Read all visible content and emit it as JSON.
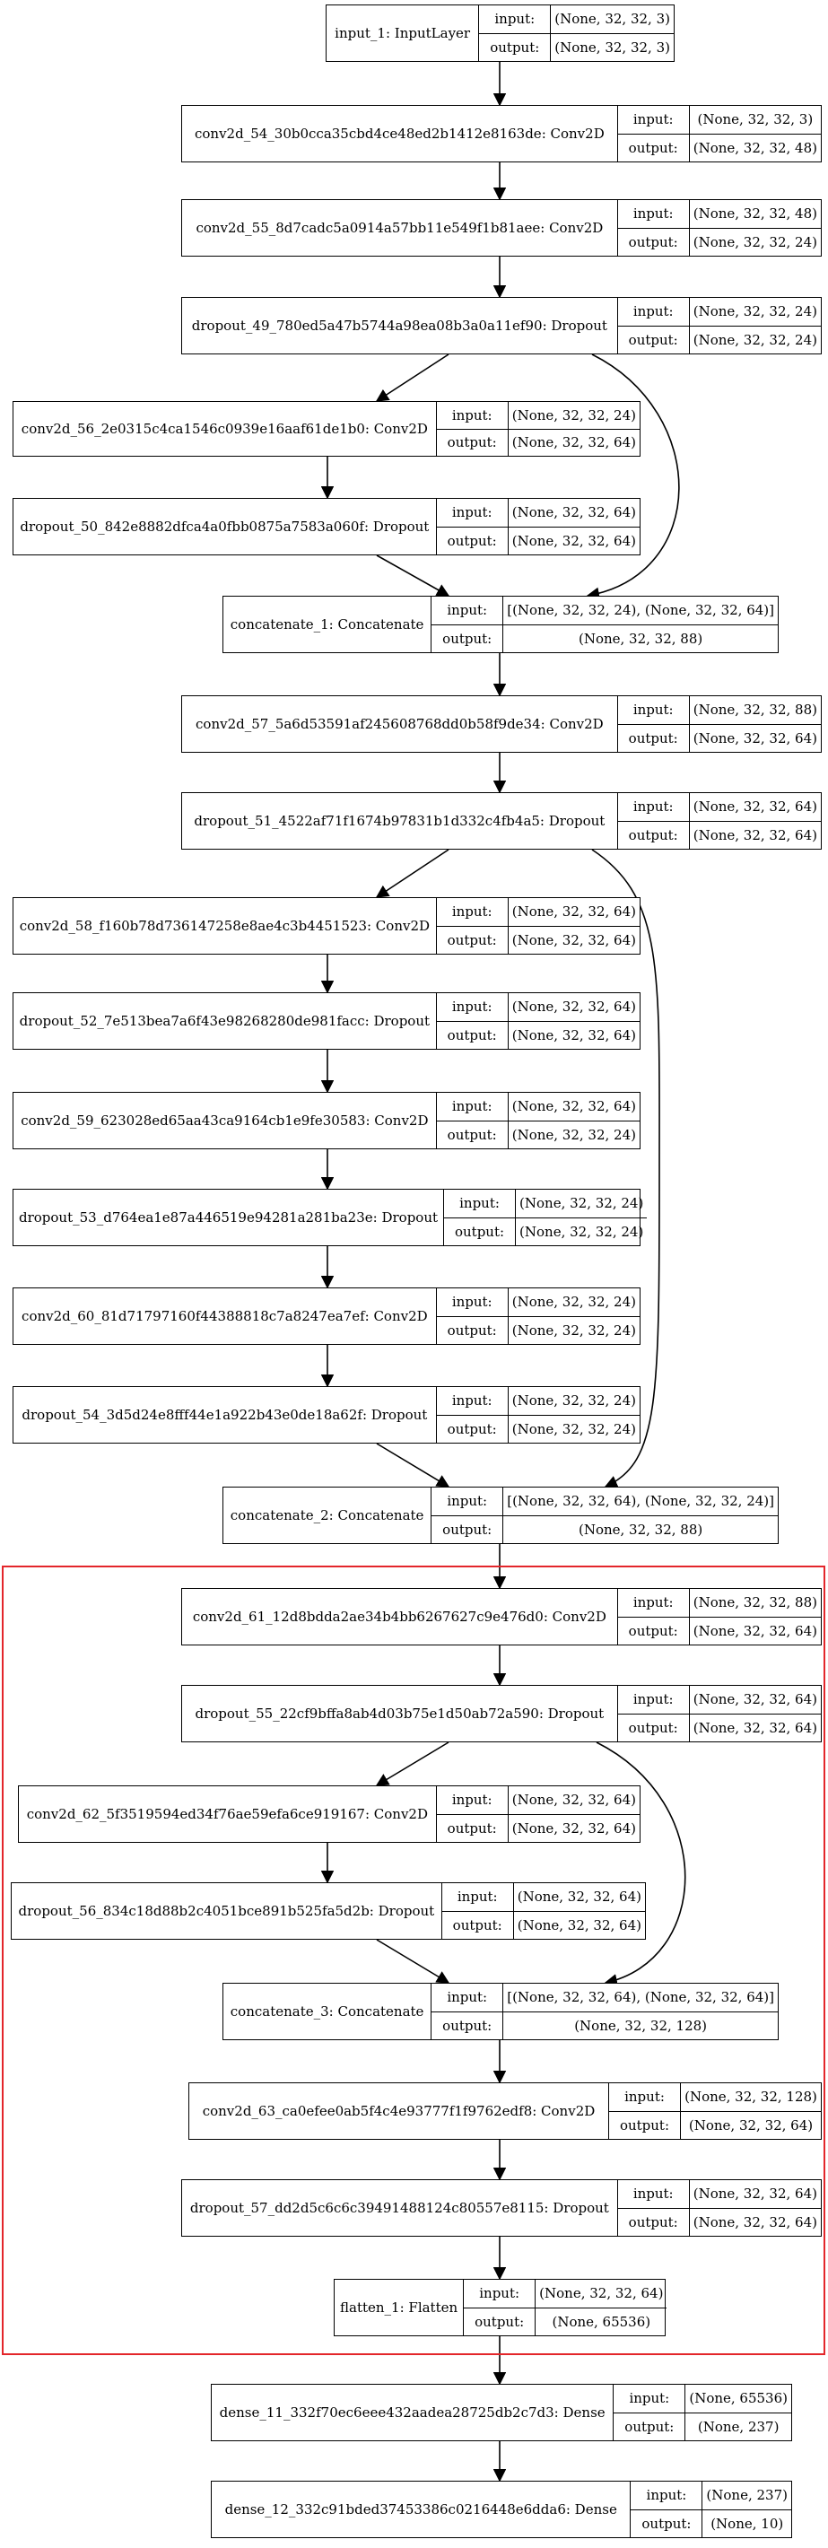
{
  "labels": {
    "input": "input:",
    "output": "output:"
  },
  "colors": {
    "border": "#000000",
    "region": "#e3262b",
    "background": "#ffffff"
  },
  "nodes": [
    {
      "id": "input_1",
      "name": "input_1: InputLayer",
      "input": "(None, 32, 32, 3)",
      "output": "(None, 32, 32, 3)"
    },
    {
      "id": "conv2d_54",
      "name": "conv2d_54_30b0cca35cbd4ce48ed2b1412e8163de: Conv2D",
      "input": "(None, 32, 32, 3)",
      "output": "(None, 32, 32, 48)"
    },
    {
      "id": "conv2d_55",
      "name": "conv2d_55_8d7cadc5a0914a57bb11e549f1b81aee: Conv2D",
      "input": "(None, 32, 32, 48)",
      "output": "(None, 32, 32, 24)"
    },
    {
      "id": "dropout_49",
      "name": "dropout_49_780ed5a47b5744a98ea08b3a0a11ef90: Dropout",
      "input": "(None, 32, 32, 24)",
      "output": "(None, 32, 32, 24)"
    },
    {
      "id": "conv2d_56",
      "name": "conv2d_56_2e0315c4ca1546c0939e16aaf61de1b0: Conv2D",
      "input": "(None, 32, 32, 24)",
      "output": "(None, 32, 32, 64)"
    },
    {
      "id": "dropout_50",
      "name": "dropout_50_842e8882dfca4a0fbb0875a7583a060f: Dropout",
      "input": "(None, 32, 32, 64)",
      "output": "(None, 32, 32, 64)"
    },
    {
      "id": "concatenate_1",
      "name": "concatenate_1: Concatenate",
      "input": "[(None, 32, 32, 24), (None, 32, 32, 64)]",
      "output": "(None, 32, 32, 88)"
    },
    {
      "id": "conv2d_57",
      "name": "conv2d_57_5a6d53591af245608768dd0b58f9de34: Conv2D",
      "input": "(None, 32, 32, 88)",
      "output": "(None, 32, 32, 64)"
    },
    {
      "id": "dropout_51",
      "name": "dropout_51_4522af71f1674b97831b1d332c4fb4a5: Dropout",
      "input": "(None, 32, 32, 64)",
      "output": "(None, 32, 32, 64)"
    },
    {
      "id": "conv2d_58",
      "name": "conv2d_58_f160b78d736147258e8ae4c3b4451523: Conv2D",
      "input": "(None, 32, 32, 64)",
      "output": "(None, 32, 32, 64)"
    },
    {
      "id": "dropout_52",
      "name": "dropout_52_7e513bea7a6f43e98268280de981facc: Dropout",
      "input": "(None, 32, 32, 64)",
      "output": "(None, 32, 32, 64)"
    },
    {
      "id": "conv2d_59",
      "name": "conv2d_59_623028ed65aa43ca9164cb1e9fe30583: Conv2D",
      "input": "(None, 32, 32, 64)",
      "output": "(None, 32, 32, 24)"
    },
    {
      "id": "dropout_53",
      "name": "dropout_53_d764ea1e87a446519e94281a281ba23e: Dropout",
      "input": "(None, 32, 32, 24)",
      "output": "(None, 32, 32, 24)"
    },
    {
      "id": "conv2d_60",
      "name": "conv2d_60_81d71797160f44388818c7a8247ea7ef: Conv2D",
      "input": "(None, 32, 32, 24)",
      "output": "(None, 32, 32, 24)"
    },
    {
      "id": "dropout_54",
      "name": "dropout_54_3d5d24e8fff44e1a922b43e0de18a62f: Dropout",
      "input": "(None, 32, 32, 24)",
      "output": "(None, 32, 32, 24)"
    },
    {
      "id": "concatenate_2",
      "name": "concatenate_2: Concatenate",
      "input": "[(None, 32, 32, 64), (None, 32, 32, 24)]",
      "output": "(None, 32, 32, 88)"
    },
    {
      "id": "conv2d_61",
      "name": "conv2d_61_12d8bdda2ae34b4bb6267627c9e476d0: Conv2D",
      "input": "(None, 32, 32, 88)",
      "output": "(None, 32, 32, 64)"
    },
    {
      "id": "dropout_55",
      "name": "dropout_55_22cf9bffa8ab4d03b75e1d50ab72a590: Dropout",
      "input": "(None, 32, 32, 64)",
      "output": "(None, 32, 32, 64)"
    },
    {
      "id": "conv2d_62",
      "name": "conv2d_62_5f3519594ed34f76ae59efa6ce919167: Conv2D",
      "input": "(None, 32, 32, 64)",
      "output": "(None, 32, 32, 64)"
    },
    {
      "id": "dropout_56",
      "name": "dropout_56_834c18d88b2c4051bce891b525fa5d2b: Dropout",
      "input": "(None, 32, 32, 64)",
      "output": "(None, 32, 32, 64)"
    },
    {
      "id": "concatenate_3",
      "name": "concatenate_3: Concatenate",
      "input": "[(None, 32, 32, 64), (None, 32, 32, 64)]",
      "output": "(None, 32, 32, 128)"
    },
    {
      "id": "conv2d_63",
      "name": "conv2d_63_ca0efee0ab5f4c4e93777f1f9762edf8: Conv2D",
      "input": "(None, 32, 32, 128)",
      "output": "(None, 32, 32, 64)"
    },
    {
      "id": "dropout_57",
      "name": "dropout_57_dd2d5c6c6c39491488124c80557e8115: Dropout",
      "input": "(None, 32, 32, 64)",
      "output": "(None, 32, 32, 64)"
    },
    {
      "id": "flatten_1",
      "name": "flatten_1: Flatten",
      "input": "(None, 32, 32, 64)",
      "output": "(None, 65536)"
    },
    {
      "id": "dense_11",
      "name": "dense_11_332f70ec6eee432aadea28725db2c7d3: Dense",
      "input": "(None, 65536)",
      "output": "(None, 237)"
    },
    {
      "id": "dense_12",
      "name": "dense_12_332c91bded37453386c0216448e6dda6: Dense",
      "input": "(None, 237)",
      "output": "(None, 10)"
    }
  ]
}
